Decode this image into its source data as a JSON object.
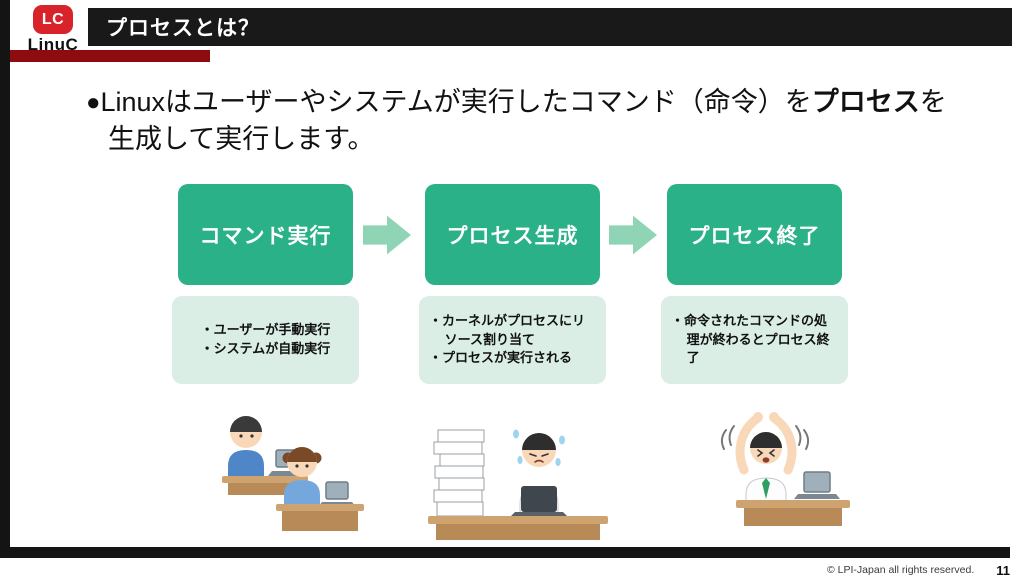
{
  "logo": {
    "badge": "LC",
    "brand": "LinuC"
  },
  "header": {
    "title": "プロセスとは？"
  },
  "lead": {
    "bullet": "●",
    "line1_pre": "Linuxはユーザーやシステムが実行したコマンド（命令）を",
    "line1_bold": "プロセス",
    "line1_post": "を",
    "line2": "生成して実行します。"
  },
  "flow": {
    "steps": [
      {
        "title": "コマンド実行",
        "points": [
          "ユーザーが手動実行",
          "システムが自動実行"
        ],
        "illustration": "two-workers-at-laptops"
      },
      {
        "title": "プロセス生成",
        "points": [
          "カーネルがプロセスにリソース割り当て",
          "プロセスが実行される"
        ],
        "illustration": "overloaded-worker-with-paper-stack"
      },
      {
        "title": "プロセス終了",
        "points": [
          "命令されたコマンドの処理が終わるとプロセス終了"
        ],
        "illustration": "worker-stretching-relieved"
      }
    ]
  },
  "footer": {
    "copyright": "© LPI-Japan  all rights reserved.",
    "page": "11"
  },
  "colors": {
    "step_green": "#2ab187",
    "arrow_green": "#90d4b6",
    "detail_bg": "#daeee6",
    "logo_red": "#d8232a",
    "accent_dark_red": "#8e0b10",
    "bar_black": "#191919"
  }
}
